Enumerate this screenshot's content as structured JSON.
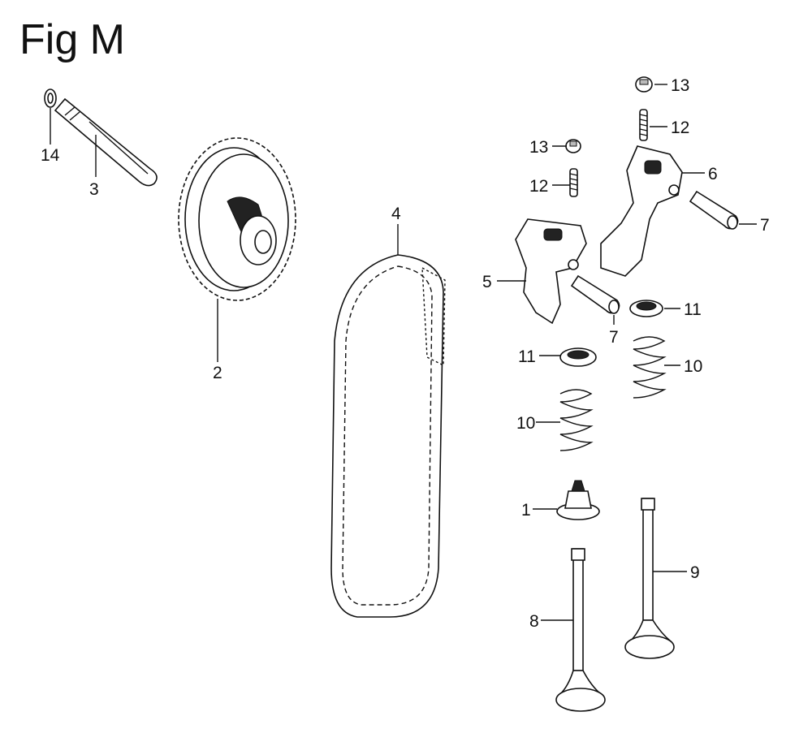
{
  "title": "Fig M",
  "callouts": [
    "14",
    "3",
    "2",
    "4",
    "13",
    "12",
    "13",
    "12",
    "6",
    "7",
    "5",
    "7",
    "11",
    "11",
    "10",
    "10",
    "1",
    "8",
    "9"
  ]
}
